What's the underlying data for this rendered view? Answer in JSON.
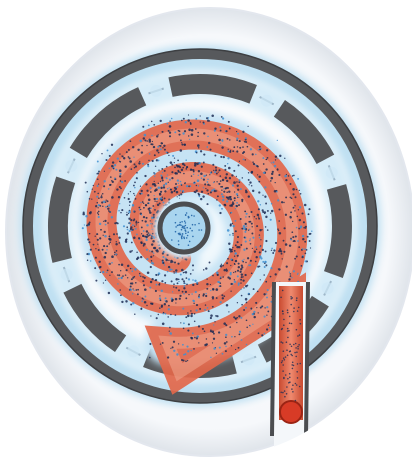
{
  "diagram": {
    "subject": "spiral-separator-cross-section",
    "colors": {
      "background": "#ffffff",
      "disc": "#f7f9fc",
      "disc_edge": "#e3e7ee",
      "casing": "#57595c",
      "casing_dark": "#3d3f42",
      "glow": "#bfe0f2",
      "glow_light": "#e2f2fb",
      "spiral": "#e2674a",
      "spiral_light": "#f0a78f",
      "particles": "#1d2d55",
      "blue_particles": "#3f8fd0",
      "outlet": "#d83b26"
    },
    "icons": [
      "spiral-flow",
      "outer-ring",
      "segmented-ring",
      "center-hub",
      "outlet-pipe",
      "particle-dots",
      "vane-markers"
    ]
  }
}
